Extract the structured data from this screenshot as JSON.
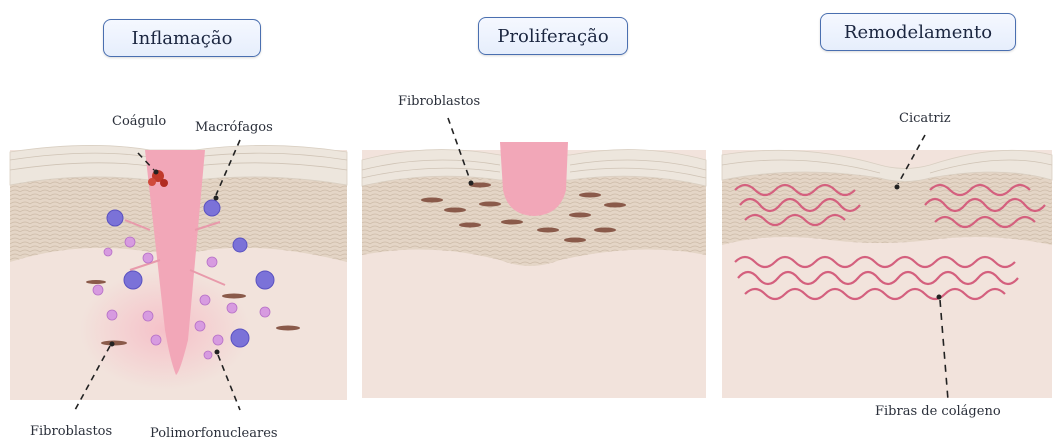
{
  "stages": [
    {
      "title": "Inflamação",
      "labels": {
        "clot": "Coágulo",
        "macrophages": "Macrófagos",
        "fibroblasts": "Fibroblastos",
        "polymorphonuclear": "Polimorfonucleares"
      }
    },
    {
      "title": "Proliferação",
      "labels": {
        "fibroblasts": "Fibroblastos"
      }
    },
    {
      "title": "Remodelamento",
      "labels": {
        "scar": "Cicatriz",
        "collagen_fibers": "Fibras de colágeno"
      }
    }
  ],
  "colors": {
    "title_border": "#4a6fb0",
    "epidermis": "#e8ddd0",
    "dermis": "#f1e2db",
    "wound": "#f2a7b8",
    "macrophage": "#7b72d8",
    "neutrophil": "#c98ad8",
    "fibroblast": "#8a5a4a",
    "collagen": "#d4607e"
  }
}
